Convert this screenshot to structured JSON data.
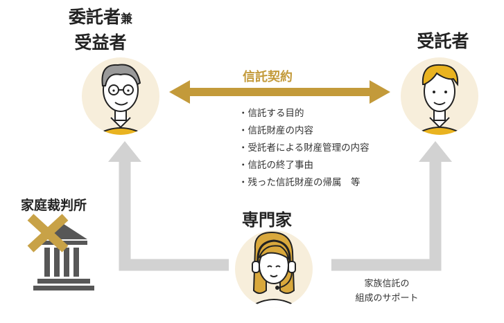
{
  "settlor": {
    "line1": "委託者",
    "line1_suffix": "兼",
    "line2": "受益者"
  },
  "trustee": {
    "label": "受託者"
  },
  "contract": {
    "label": "信託契約",
    "items": [
      "信託する目的",
      "信託財産の内容",
      "受託者による財産管理の内容",
      "信託の終了事由",
      "残った信託財産の帰属　等"
    ]
  },
  "court": {
    "label": "家庭裁判所"
  },
  "expert": {
    "label": "専門家"
  },
  "support": {
    "line1": "家族信託の",
    "line2": "組成のサポート"
  },
  "colors": {
    "gold": "#c39a3a",
    "arrow_gray": "#d2d2d2",
    "circle_bg": "#f7eedb",
    "shirt": "#e9b320",
    "court_gray": "#575757",
    "x_gold": "#c8a247"
  }
}
